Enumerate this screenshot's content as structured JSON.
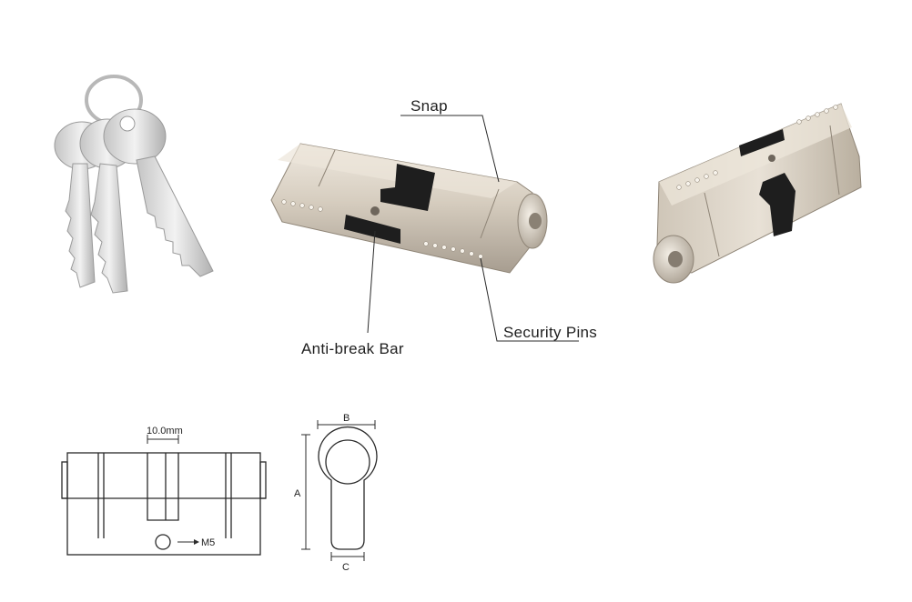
{
  "callouts": {
    "snap": "Snap",
    "anti_break_bar": "Anti-break Bar",
    "security_pins": "Security Pins"
  },
  "dimensions": {
    "width_label": "10.0mm",
    "screw_label": "M5",
    "a": "A",
    "b": "B",
    "c": "C"
  },
  "colors": {
    "metal_light": "#e4ddd2",
    "metal_mid": "#c8bfb2",
    "metal_dark": "#9c9286",
    "key_silver": "#d9d9d9",
    "cam_black": "#1e1e1e",
    "line": "#2b2b2b"
  }
}
